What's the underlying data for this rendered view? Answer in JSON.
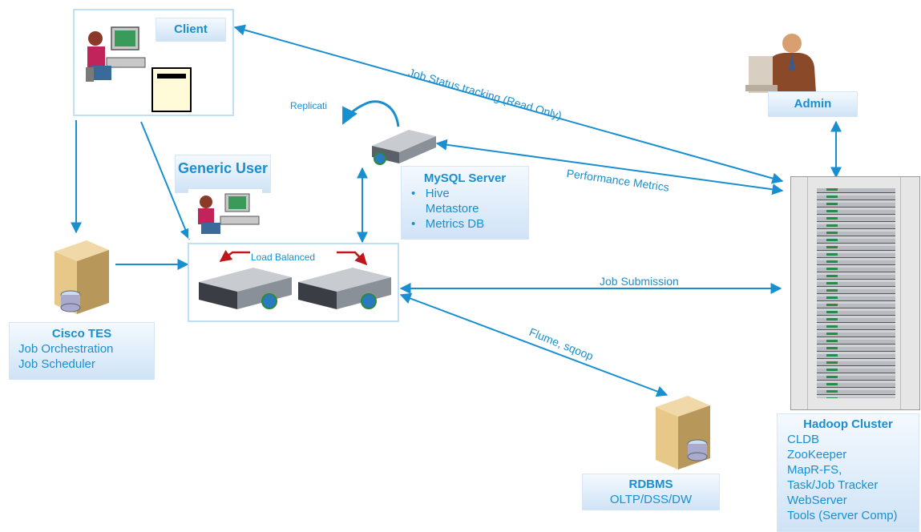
{
  "nodes": {
    "client": {
      "title": "Client"
    },
    "admin": {
      "title": "Admin"
    },
    "generic_user": {
      "title": "Generic User"
    },
    "mysql": {
      "title": "MySQL Server",
      "items": [
        "Hive Metastore",
        "Metrics DB"
      ]
    },
    "cisco_tes": {
      "title": "Cisco TES",
      "lines": [
        "Job Orchestration",
        "Job Scheduler"
      ]
    },
    "rdbms": {
      "title": "RDBMS",
      "lines": [
        "OLTP/DSS/DW"
      ]
    },
    "hadoop": {
      "title": "Hadoop Cluster",
      "lines": [
        "CLDB",
        "ZooKeeper",
        "MapR-FS,",
        "Task/Job Tracker",
        "WebServer",
        "Tools (Server Comp)"
      ]
    }
  },
  "labels": {
    "replication": "Replicati",
    "load_balanced": "Load Balanced",
    "job_status": "Job Status tracking (Read Only)",
    "performance": "Performance Metrics",
    "job_submission": "Job Submission",
    "flume": "Flume, sqoop"
  },
  "colors": {
    "accent": "#1a8fd0",
    "label_text": "#1a8fd0",
    "red_arrow": "#c0151b"
  },
  "icons": [
    "user-at-computer-icon",
    "tower-pc-icon",
    "server-icon",
    "database-server-icon",
    "rack-server-icon",
    "admin-user-icon"
  ]
}
